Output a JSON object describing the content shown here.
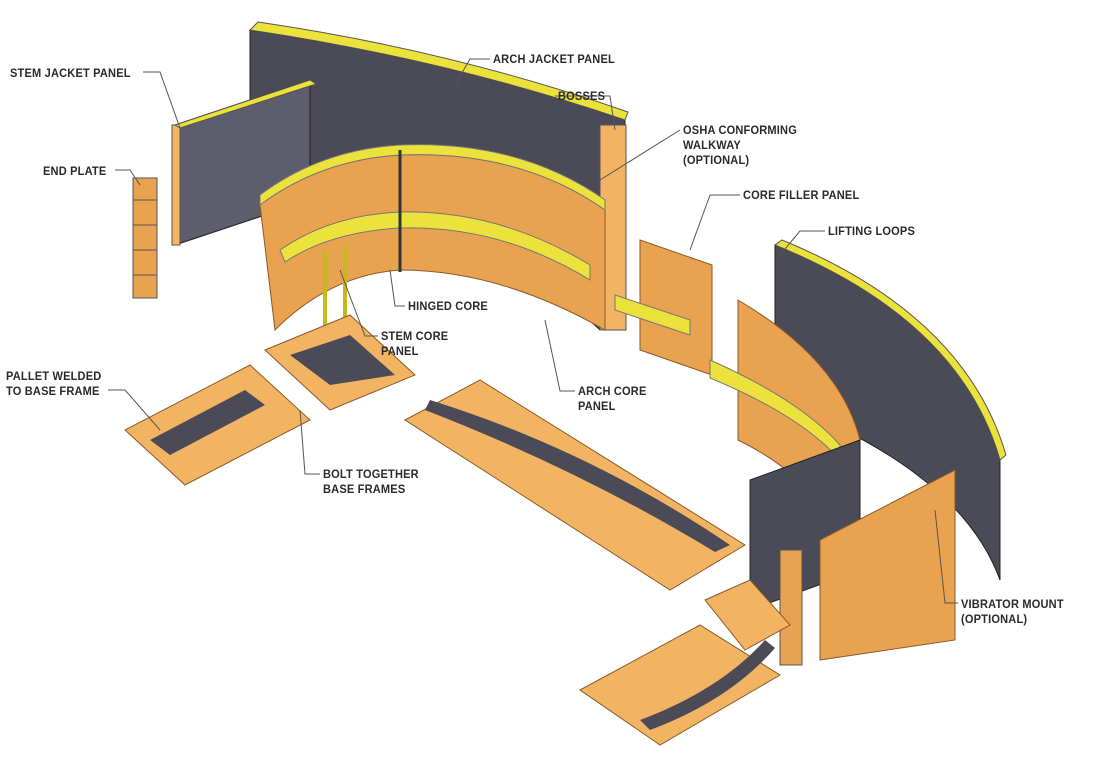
{
  "colors": {
    "jacket": "#4b4b57",
    "core": "#e9a24f",
    "core_dark": "#c9742c",
    "walkway": "#ece23c",
    "frame": "#f2b463",
    "leader": "#555555"
  },
  "labels": {
    "stem_jacket_panel": "STEM JACKET PANEL",
    "end_plate": "END PLATE",
    "arch_jacket_panel": "ARCH JACKET PANEL",
    "bosses": "BOSSES",
    "osha_line1": "OSHA CONFORMING",
    "osha_line2": "WALKWAY",
    "osha_line3": "(OPTIONAL)",
    "core_filler_panel": "CORE FILLER PANEL",
    "lifting_loops": "LIFTING LOOPS",
    "hinged_core": "HINGED CORE",
    "stem_core_line1": "STEM CORE",
    "stem_core_line2": "PANEL",
    "arch_core_line1": "ARCH CORE",
    "arch_core_line2": "PANEL",
    "pallet_line1": "PALLET WELDED",
    "pallet_line2": "TO BASE FRAME",
    "bolt_line1": "BOLT TOGETHER",
    "bolt_line2": "BASE FRAMES",
    "vibrator_line1": "VIBRATOR MOUNT",
    "vibrator_line2": "(OPTIONAL)"
  }
}
